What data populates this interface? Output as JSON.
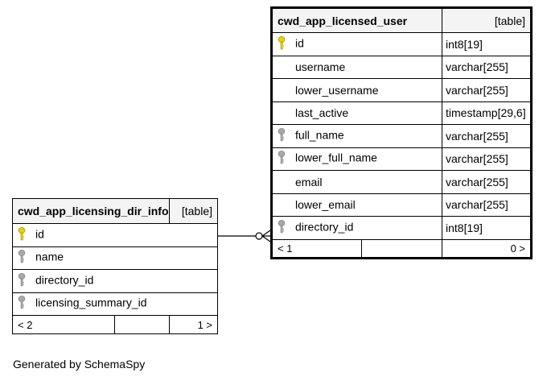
{
  "tables": {
    "licensed_user": {
      "name": "cwd_app_licensed_user",
      "kind": "[table]",
      "columns": [
        {
          "name": "id",
          "type": "int8[19]",
          "key": "primary"
        },
        {
          "name": "username",
          "type": "varchar[255]",
          "key": "none"
        },
        {
          "name": "lower_username",
          "type": "varchar[255]",
          "key": "none"
        },
        {
          "name": "last_active",
          "type": "timestamp[29,6]",
          "key": "none"
        },
        {
          "name": "full_name",
          "type": "varchar[255]",
          "key": "index"
        },
        {
          "name": "lower_full_name",
          "type": "varchar[255]",
          "key": "index"
        },
        {
          "name": "email",
          "type": "varchar[255]",
          "key": "none"
        },
        {
          "name": "lower_email",
          "type": "varchar[255]",
          "key": "none"
        },
        {
          "name": "directory_id",
          "type": "int8[19]",
          "key": "index"
        }
      ],
      "footer_left": "< 1",
      "footer_right": "0 >"
    },
    "licensing_dir_info": {
      "name": "cwd_app_licensing_dir_info",
      "kind": "[table]",
      "columns": [
        {
          "name": "id",
          "key": "primary"
        },
        {
          "name": "name",
          "key": "index"
        },
        {
          "name": "directory_id",
          "key": "index"
        },
        {
          "name": "licensing_summary_id",
          "key": "index"
        }
      ],
      "footer_left": "< 2",
      "footer_right": "1 >"
    }
  },
  "colors": {
    "primary_key": "#e6d300",
    "index_key": "#a8a8a8",
    "header_bg": "#f4f4f4"
  },
  "footer": "Generated by SchemaSpy"
}
